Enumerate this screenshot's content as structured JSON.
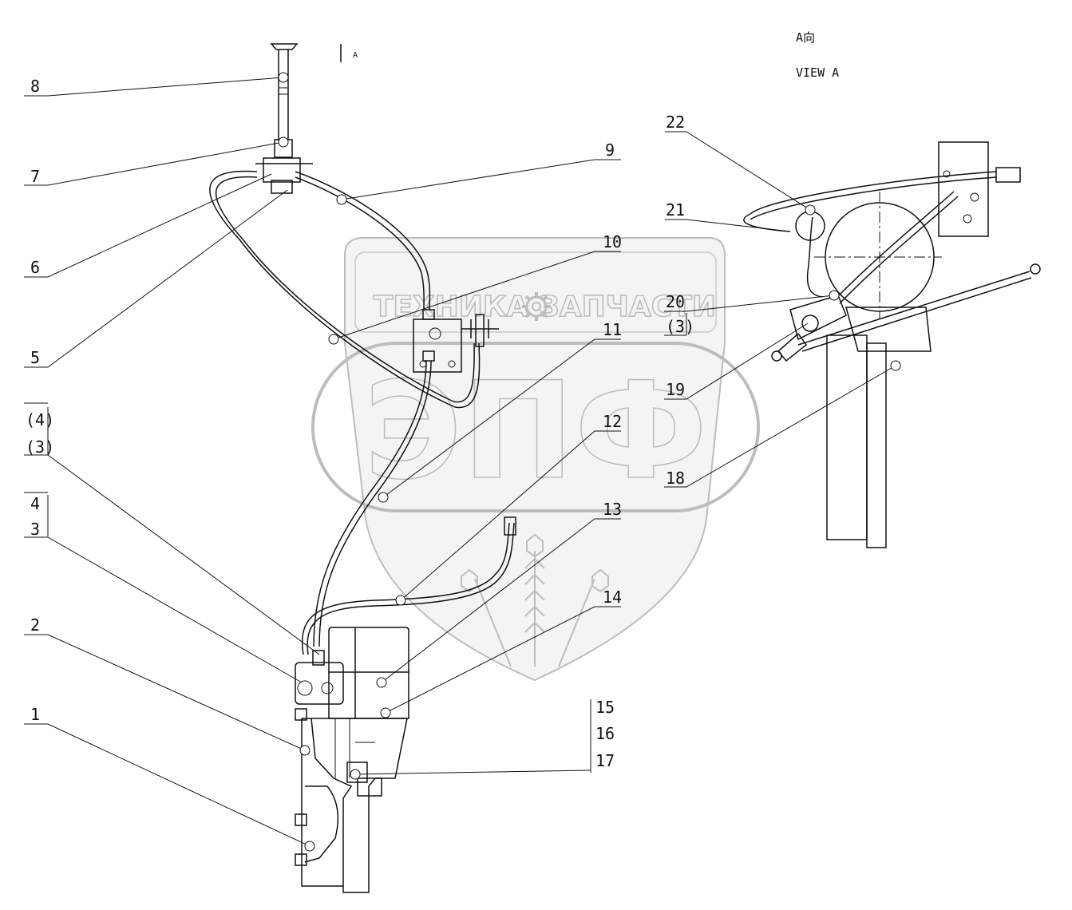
{
  "view": {
    "section_marker": "A",
    "title_cn": "A向",
    "title_en": "VIEW A"
  },
  "watermark": {
    "left_text": "ТЕХНИКА",
    "right_text": "ЗАПЧАСТИ",
    "big_text": "ЭПФ",
    "gear_icon": "gear-icon",
    "wheat_icon": "wheat-icon",
    "colors": {
      "stroke": "#bdbdbd",
      "fill": "#f2f2f2"
    }
  },
  "callouts": {
    "c1": "1",
    "c2": "2",
    "c3": "3",
    "c4": "4",
    "c3p": "(3)",
    "c4p": "(4)",
    "c5": "5",
    "c6": "6",
    "c7": "7",
    "c8": "8",
    "c9": "9",
    "c10": "10",
    "c11": "11",
    "c12": "12",
    "c13": "13",
    "c14": "14",
    "c15": "15",
    "c16": "16",
    "c17": "17",
    "c18": "18",
    "c19": "19",
    "c20": "20",
    "c20q": "(3)",
    "c21": "21",
    "c22": "22"
  },
  "colors": {
    "line": "#111111",
    "background": "#ffffff"
  }
}
